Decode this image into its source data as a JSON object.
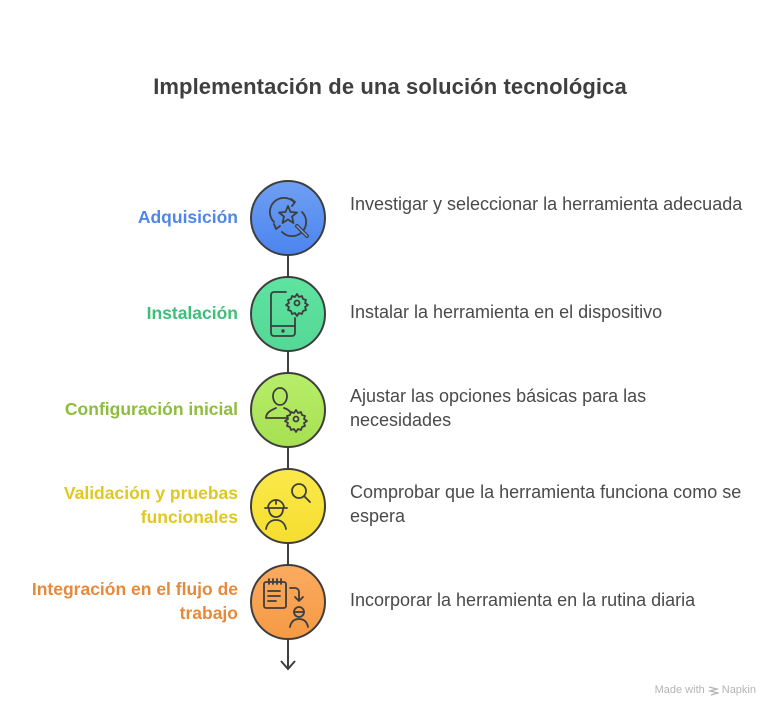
{
  "title": "Implementación de una solución tecnológica",
  "steps": [
    {
      "label": "Adquisición",
      "description": "Investigar y seleccionar la herramienta adecuada",
      "icon": "search-star-refresh-icon",
      "color": "#4f86e8",
      "fill_top": "#6f9ff2",
      "fill_bottom": "#4c85f0"
    },
    {
      "label": "Instalación",
      "description": "Instalar la herramienta en el dispositivo",
      "icon": "phone-gear-icon",
      "color": "#3dbf7a",
      "fill_top": "#5ee3a0",
      "fill_bottom": "#55d895"
    },
    {
      "label": "Configuración inicial",
      "description": "Ajustar las opciones básicas para las necesidades",
      "icon": "user-gear-icon",
      "color": "#8dbd3c",
      "fill_top": "#b6ee6a",
      "fill_bottom": "#a7e052"
    },
    {
      "label": "Validación y pruebas funcionales",
      "description": "Comprobar que la herramienta funciona como se espera",
      "icon": "worker-search-icon",
      "color": "#e0c81e",
      "fill_top": "#fbe94b",
      "fill_bottom": "#f5de2e"
    },
    {
      "label": "Integración en el flujo de trabajo",
      "description": "Incorporar la herramienta en la rutina diaria",
      "icon": "checklist-user-icon",
      "color": "#e8893a",
      "fill_top": "#fbab5f",
      "fill_bottom": "#f59a45"
    }
  ],
  "footer": {
    "made_with": "Made with",
    "brand": "Napkin"
  }
}
